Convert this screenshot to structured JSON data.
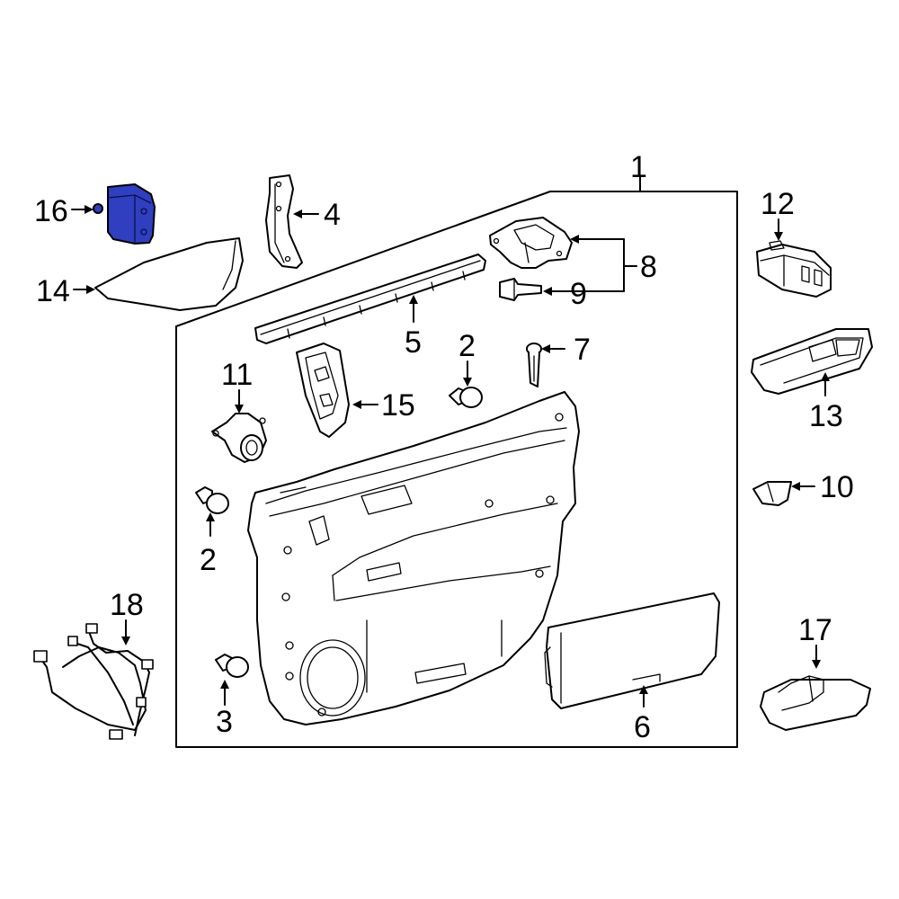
{
  "diagram": {
    "colors": {
      "highlight": "#2f3fbf",
      "line": "#000000",
      "background": "#ffffff"
    },
    "callouts": {
      "c1": "1",
      "c2a": "2",
      "c2b": "2",
      "c3": "3",
      "c4": "4",
      "c5": "5",
      "c6": "6",
      "c7": "7",
      "c8": "8",
      "c9": "9",
      "c10": "10",
      "c11": "11",
      "c12": "12",
      "c13": "13",
      "c14": "14",
      "c15": "15",
      "c16": "16",
      "c17": "17",
      "c18": "18"
    },
    "highlighted_part": "16"
  }
}
